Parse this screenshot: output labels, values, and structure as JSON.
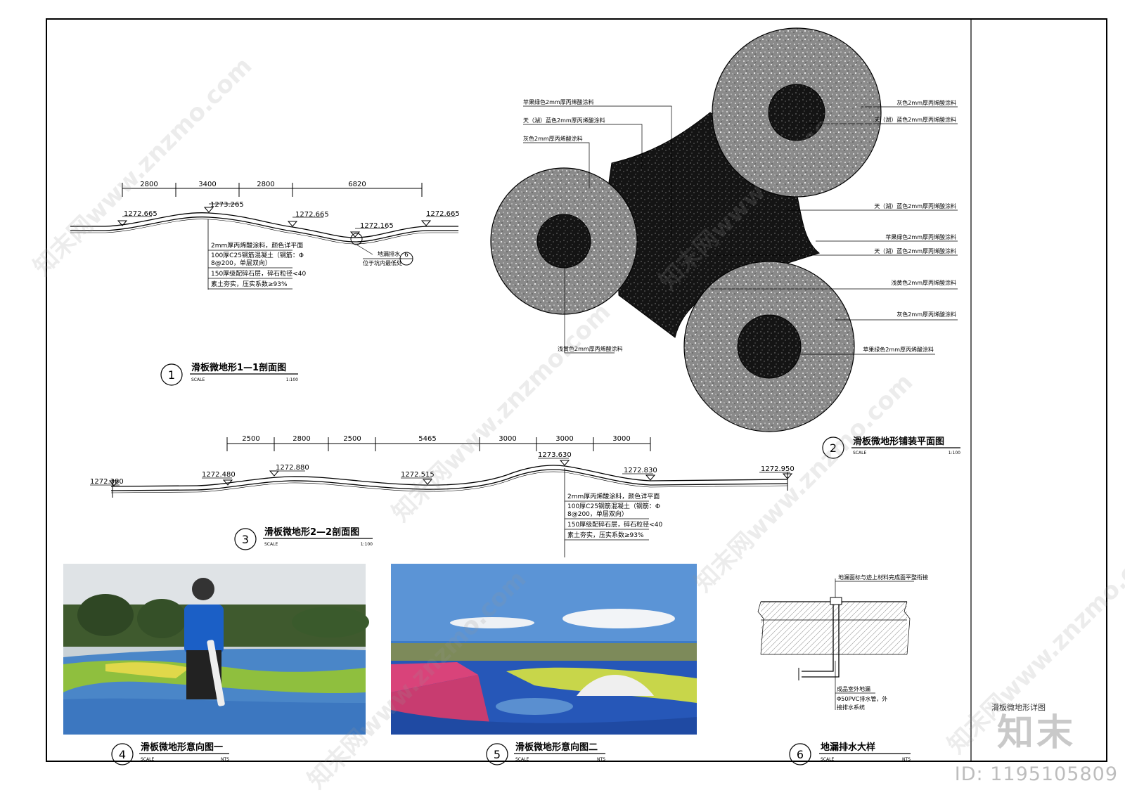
{
  "sheet": {
    "title_block_caption": "滑板微地形详图",
    "brand": "知末",
    "image_id": "ID: 1195105809",
    "watermark": "知末网www.znzmo.com"
  },
  "section1": {
    "num": "1",
    "title": "滑板微地形1—1剖面图",
    "scale_label": "SCALE",
    "scale": "1:100",
    "dims": [
      "2800",
      "3400",
      "2800",
      "6820"
    ],
    "elevations": [
      "1272.665",
      "1273.265",
      "1272.665",
      "1272.165",
      "1272.665"
    ],
    "layers": [
      "2mm厚丙烯酸涂料，颜色详平面",
      "100厚C25钢筋混凝土（钢筋：Φ",
      "8@200，单层双向）",
      "150厚级配碎石层，碎石粒径<40",
      "素土夯实，压实系数≥93%"
    ],
    "drain_label": "地漏排水",
    "drain_label2": "位于坑内最低处",
    "drain_ref": "6"
  },
  "section3": {
    "num": "3",
    "title": "滑板微地形2—2剖面图",
    "scale_label": "SCALE",
    "scale": "1:100",
    "dims": [
      "2500",
      "2800",
      "2500",
      "5465",
      "3000",
      "3000",
      "3000"
    ],
    "elevations": [
      "1272.380",
      "1272.480",
      "1272.880",
      "1272.515",
      "1273.630",
      "1272.830",
      "1272.950"
    ],
    "layers": [
      "2mm厚丙烯酸涂料，颜色详平面",
      "100厚C25钢筋混凝土（钢筋：Φ",
      "8@200，单层双向）",
      "150厚级配碎石层，碎石粒径<40",
      "素土夯实，压实系数≥93%"
    ]
  },
  "plan": {
    "num": "2",
    "title": "滑板微地形铺装平面图",
    "scale_label": "SCALE",
    "scale": "1:100",
    "left_labels": [
      "苹果绿色2mm厚丙烯酸涂料",
      "天（湖）蓝色2mm厚丙烯酸涂料",
      "灰色2mm厚丙烯酸涂料"
    ],
    "bottom_label": "浅黄色2mm厚丙烯酸涂料",
    "right_labels": [
      "灰色2mm厚丙烯酸涂料",
      "天（湖）蓝色2mm厚丙烯酸涂料",
      "天（湖）蓝色2mm厚丙烯酸涂料",
      "苹果绿色2mm厚丙烯酸涂料",
      "天（湖）蓝色2mm厚丙烯酸涂料",
      "浅黄色2mm厚丙烯酸涂料",
      "灰色2mm厚丙烯酸涂料",
      "苹果绿色2mm厚丙烯酸涂料"
    ]
  },
  "photo4": {
    "num": "4",
    "title": "滑板微地形意向图一",
    "scale_label": "SCALE",
    "scale": "NTS"
  },
  "photo5": {
    "num": "5",
    "title": "滑板微地形意向图二",
    "scale_label": "SCALE",
    "scale": "NTS"
  },
  "detail6": {
    "num": "6",
    "title": "地漏排水大样",
    "scale_label": "SCALE",
    "scale": "NTS",
    "top_label": "地漏面标与迹上材料完成面平整衔接",
    "bottom_labels": [
      "成品室外地漏",
      "Φ50PVC排水管，外",
      "接排水系统"
    ]
  }
}
